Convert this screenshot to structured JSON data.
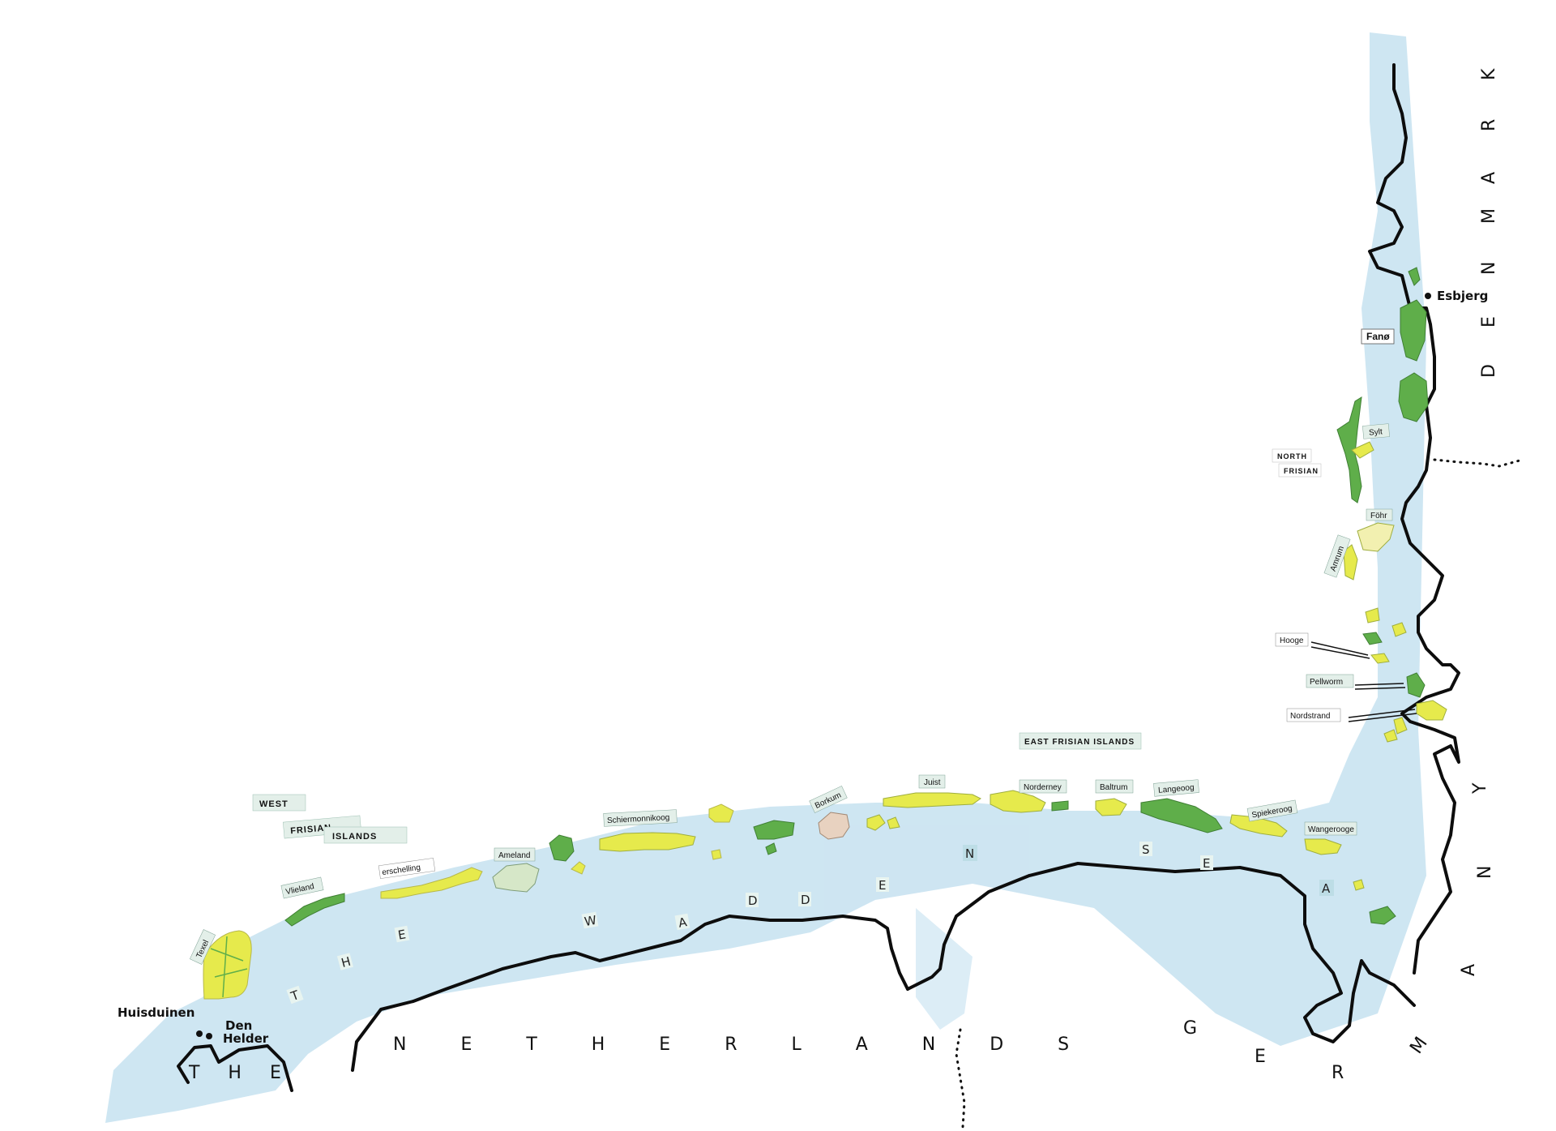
{
  "map": {
    "countries": {
      "netherlands_prefix": "T H E",
      "netherlands": "N E T H E R L A N D S",
      "germany_letters": [
        "G",
        "E",
        "R",
        "M",
        "A",
        "N",
        "Y"
      ],
      "denmark_letters": [
        "D",
        "E",
        "N",
        "M",
        "A",
        "R",
        "K"
      ]
    },
    "sea": {
      "letters": [
        "T",
        "H",
        "E",
        "W",
        "A",
        "D",
        "D",
        "E",
        "N",
        "S",
        "E",
        "A"
      ]
    },
    "groups": {
      "west_frisian": [
        "WEST",
        "FRISIAN",
        "ISLANDS"
      ],
      "east_frisian": "EAST FRISIAN ISLANDS",
      "north_frisian": [
        "NORTH",
        "FRISIAN"
      ]
    },
    "islands": [
      {
        "key": "texel",
        "label": "Texel"
      },
      {
        "key": "vlieland",
        "label": "Vlieland"
      },
      {
        "key": "terschelling",
        "label": "erschelling"
      },
      {
        "key": "ameland",
        "label": "Ameland"
      },
      {
        "key": "schiermonnikoog",
        "label": "Schiermonnikoog"
      },
      {
        "key": "borkum",
        "label": "Borkum"
      },
      {
        "key": "juist",
        "label": "Juist"
      },
      {
        "key": "norderney",
        "label": "Norderney"
      },
      {
        "key": "baltrum",
        "label": "Baltrum"
      },
      {
        "key": "langeoog",
        "label": "Langeoog"
      },
      {
        "key": "spiekeroog",
        "label": "Spiekeroog"
      },
      {
        "key": "wangerooge",
        "label": "Wangerooge"
      },
      {
        "key": "sylt",
        "label": "Sylt"
      },
      {
        "key": "fohr",
        "label": "Föhr"
      },
      {
        "key": "amrum",
        "label": "Amrum"
      },
      {
        "key": "hooge",
        "label": "Hooge"
      },
      {
        "key": "pellworm",
        "label": "Pellworm"
      },
      {
        "key": "nordstrand",
        "label": "Nordstrand"
      },
      {
        "key": "fano",
        "label": "Fanø"
      }
    ],
    "towns": {
      "huisduinen": "Huisduinen",
      "den_helder_1": "Den",
      "den_helder_2": "Helder",
      "esbjerg": "Esbjerg"
    },
    "colors": {
      "sea": "#c9e3f1",
      "coast": "#0d0d0d",
      "land_green": "#5fae4a",
      "land_yellow": "#e6ea4c",
      "label_bg": "#e3efe9"
    }
  }
}
